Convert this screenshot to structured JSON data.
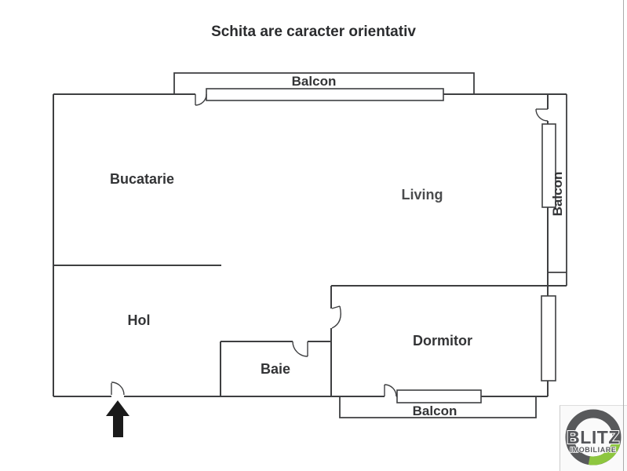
{
  "title": "Schita are caracter orientativ",
  "floorplan": {
    "rooms": [
      {
        "id": "bucatarie",
        "label": "Bucatarie"
      },
      {
        "id": "living",
        "label": "Living"
      },
      {
        "id": "hol",
        "label": "Hol"
      },
      {
        "id": "baie",
        "label": "Baie"
      },
      {
        "id": "dormitor",
        "label": "Dormitor"
      }
    ],
    "balconies": [
      {
        "id": "balcon-top",
        "label": "Balcon"
      },
      {
        "id": "balcon-right",
        "label": "Balcon"
      },
      {
        "id": "balcon-bottom",
        "label": "Balcon"
      }
    ],
    "entrance_marker": "black arrow pointing up at entrance door"
  },
  "logo": {
    "brand": "BLITZ",
    "tagline": "IMOBILIARE",
    "ring_color": "#58595b",
    "accent_color": "#8dc63f",
    "text_color": "#55565a"
  },
  "colors": {
    "background": "#ffffff",
    "wall": "#3e3f41",
    "label": "#333436",
    "living_label": "#4b4c4e",
    "page_edge": "#ababab"
  }
}
